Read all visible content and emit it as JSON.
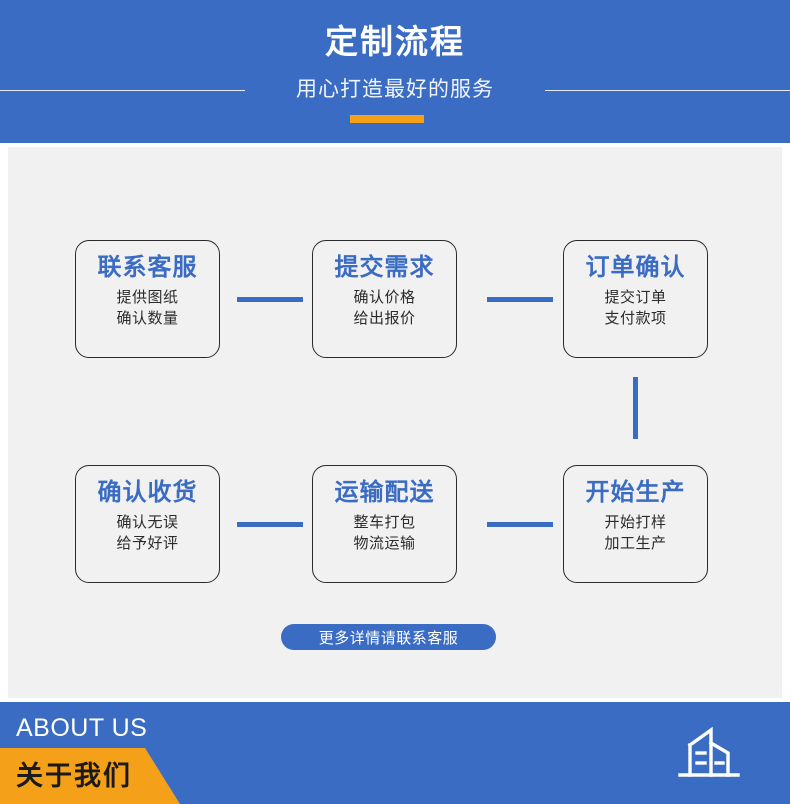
{
  "header": {
    "title": "定制流程",
    "subtitle": "用心打造最好的服务",
    "accent_color": "#f5a019",
    "background_color": "#3b6cc4"
  },
  "flow": {
    "accent_color": "#3b6cc4",
    "steps": [
      {
        "id": "contact",
        "title": "联系客服",
        "lines": [
          "提供图纸",
          "确认数量"
        ]
      },
      {
        "id": "submit",
        "title": "提交需求",
        "lines": [
          "确认价格",
          "给出报价"
        ]
      },
      {
        "id": "confirm",
        "title": "订单确认",
        "lines": [
          "提交订单",
          "支付款项"
        ]
      },
      {
        "id": "produce",
        "title": "开始生产",
        "lines": [
          "开始打样",
          "加工生产"
        ]
      },
      {
        "id": "ship",
        "title": "运输配送",
        "lines": [
          "整车打包",
          "物流运输"
        ]
      },
      {
        "id": "receive",
        "title": "确认收货",
        "lines": [
          "确认无误",
          "给予好评"
        ]
      }
    ]
  },
  "cta": {
    "label": "更多详情请联系客服"
  },
  "footer": {
    "english": "ABOUT US",
    "chinese": "关于我们",
    "icon": "building-icon",
    "background_color": "#3b6cc4",
    "ribbon_color": "#f5a019"
  }
}
